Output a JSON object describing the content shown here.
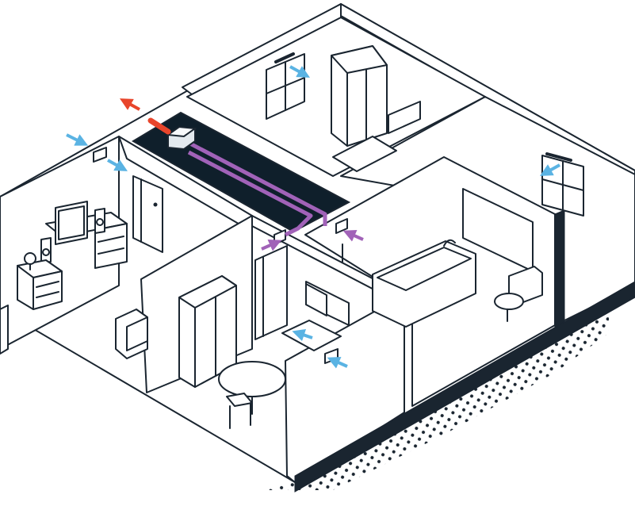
{
  "diagram": {
    "subject": "isometric-apartment-ventilation-cutaway",
    "colors": {
      "line": "#1a2530",
      "wall_fill": "#ffffff",
      "attic_duct_space": "#0f1f2b",
      "supply_duct": "#a162b8",
      "exhaust_arrow": "#e8452b",
      "fresh_air_arrow": "#5ab3e3",
      "hvac_unit": "#e3e9ee",
      "shadow_dots": "#1a2530"
    },
    "rooms": [
      {
        "name": "bedroom-left",
        "furniture": [
          "desk",
          "monitor",
          "speakers",
          "lamp",
          "dresser",
          "armchair",
          "door"
        ]
      },
      {
        "name": "bedroom-back",
        "furniture": [
          "wardrobe",
          "window",
          "bench"
        ]
      },
      {
        "name": "dining-room",
        "furniture": [
          "wardrobe",
          "round-table",
          "chair",
          "kitchen-cabinets",
          "door"
        ]
      },
      {
        "name": "bathroom",
        "furniture": [
          "bathtub",
          "toilet",
          "mirror",
          "door"
        ]
      },
      {
        "name": "side-room",
        "furniture": [
          "window"
        ]
      }
    ],
    "airflow": [
      {
        "type": "exhaust",
        "color_key": "exhaust_arrow"
      },
      {
        "type": "fresh-air",
        "color_key": "fresh_air_arrow"
      },
      {
        "type": "supply",
        "color_key": "supply_duct"
      }
    ]
  }
}
